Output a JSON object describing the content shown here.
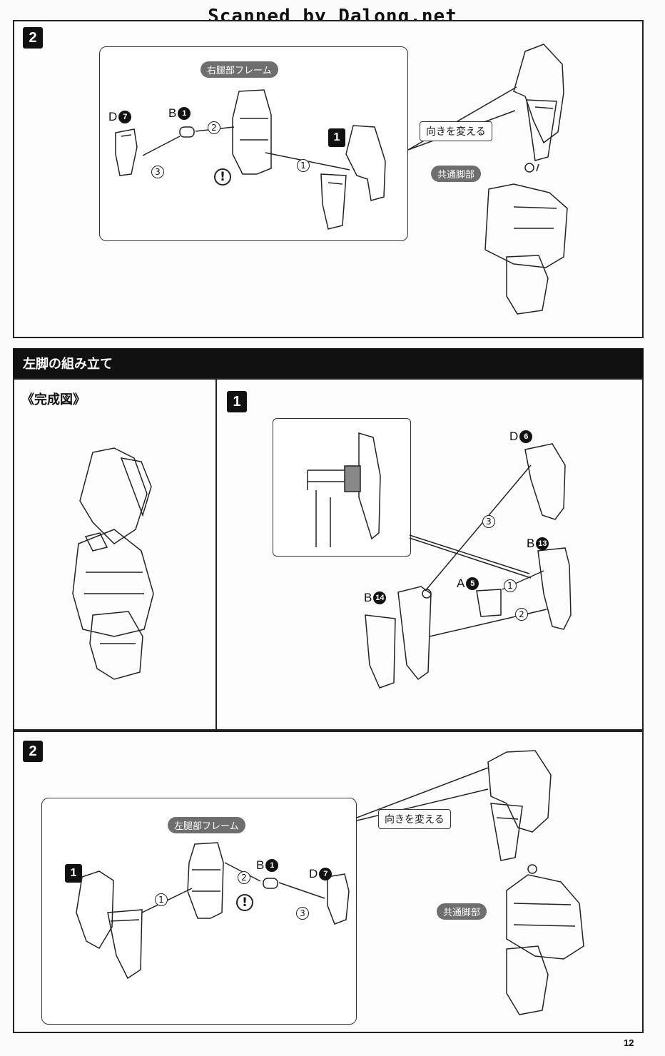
{
  "watermark": "Scanned by Dalong.net",
  "top_section": {
    "step_number": "2",
    "frame_label": "右腿部フレーム",
    "sub_step": "1",
    "part_d": {
      "letter": "D",
      "num": "7"
    },
    "part_b": {
      "letter": "B",
      "num": "1"
    },
    "arrows": [
      "1",
      "2",
      "3"
    ],
    "warning": "!",
    "callout_rotate": "向きを変える",
    "common_leg_label": "共通脚部"
  },
  "left_leg_section": {
    "header": "左脚の組み立て",
    "completed_label": "《完成図》",
    "step1": {
      "number": "1",
      "parts": [
        {
          "letter": "D",
          "num": "6"
        },
        {
          "letter": "B",
          "num": "13"
        },
        {
          "letter": "A",
          "num": "5"
        },
        {
          "letter": "B",
          "num": "14"
        }
      ],
      "arrows": [
        "1",
        "2",
        "3"
      ]
    }
  },
  "bottom_section": {
    "step_number": "2",
    "frame_label": "左腿部フレーム",
    "sub_step": "1",
    "part_b": {
      "letter": "B",
      "num": "1"
    },
    "part_d": {
      "letter": "D",
      "num": "7"
    },
    "arrows": [
      "1",
      "2",
      "3"
    ],
    "warning": "!",
    "callout_rotate": "向きを変える",
    "common_leg_label": "共通脚部"
  },
  "page_number": "12"
}
